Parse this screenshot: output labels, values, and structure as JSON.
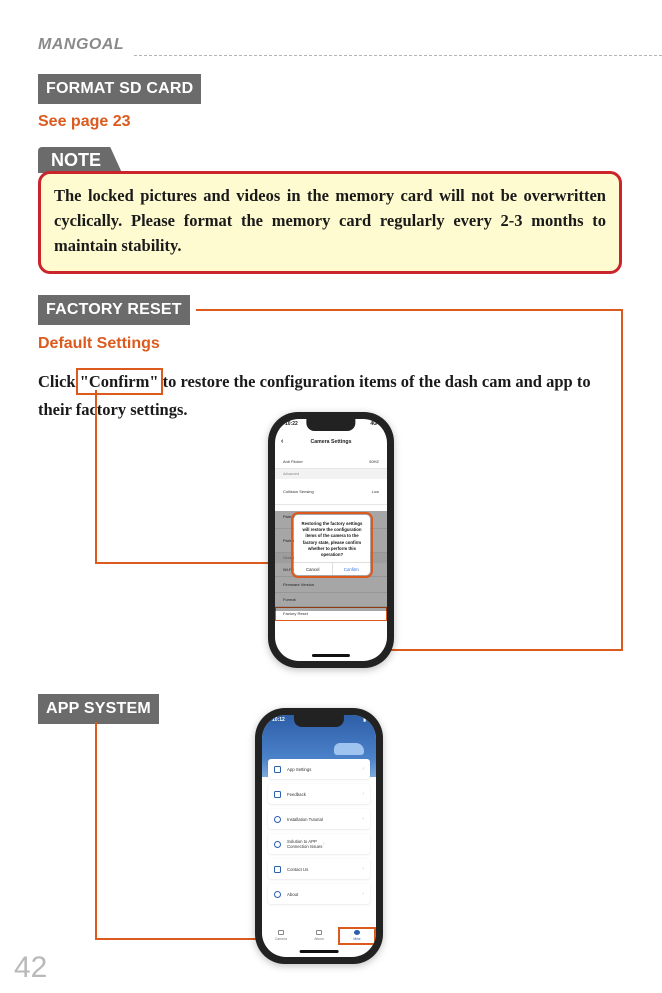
{
  "header": {
    "brand": "MANGOAL"
  },
  "format_section": {
    "title": "FORMAT SD CARD",
    "reference": "See page 23"
  },
  "note": {
    "label": "NOTE",
    "text": "The locked pictures and videos in the memory card will not be overwritten cyclically. Please format the memory card regularly every 2-3 months to maintain stability."
  },
  "factory_reset": {
    "title": "FACTORY RESET",
    "subtitle": "Default Settings",
    "instruction_start": "Click ",
    "instruction_keyword": "\"Confirm\"",
    "instruction_end": " to restore the configuration items of the dash cam and app to their factory settings."
  },
  "phone1": {
    "time": "10:22",
    "signal": "4G",
    "screen_title": "Camera Settings",
    "back": "‹",
    "rows": [
      {
        "label": "Anti Flicker",
        "value": "50HZ",
        "type": "row"
      },
      {
        "label": "Advanced",
        "type": "group"
      },
      {
        "label": "Collision Sensing",
        "value": "Low",
        "type": "row"
      },
      {
        "label": "Parking",
        "type": "row"
      },
      {
        "label": "Parking",
        "type": "row"
      },
      {
        "label": "General",
        "type": "group"
      },
      {
        "label": "Wi-Fi Password",
        "type": "row"
      },
      {
        "label": "Firmware Version",
        "type": "row"
      },
      {
        "label": "Format",
        "type": "row"
      },
      {
        "label": "Factory Reset",
        "type": "row"
      }
    ],
    "dialog": {
      "message": "Restoring the factory settings will restore the configuration items of the camera to the factory state, please confirm whether to perform this operation?",
      "cancel": "Cancel",
      "confirm": "Confirm"
    }
  },
  "app_system": {
    "title": "APP SYSTEM"
  },
  "phone2": {
    "time": "10:12",
    "items": [
      {
        "label": "App Settings",
        "icon": "settings-icon"
      },
      {
        "label": "Feedback",
        "icon": "feedback-icon"
      },
      {
        "label": "Installation Tutorial",
        "icon": "tutorial-icon"
      },
      {
        "label": "Solution to APP Connection Issues",
        "icon": "help-icon"
      },
      {
        "label": "Contact Us",
        "icon": "contact-icon"
      },
      {
        "label": "About",
        "icon": "info-icon"
      }
    ],
    "tabs": [
      {
        "label": "Camera"
      },
      {
        "label": "Album"
      },
      {
        "label": "Mine"
      }
    ]
  },
  "footer": {
    "page_number": "42"
  },
  "colors": {
    "accent": "#dc5a1e",
    "note_border": "#c9252b",
    "note_bg": "#fffbd0",
    "tag_bg": "#6b6b6b"
  }
}
